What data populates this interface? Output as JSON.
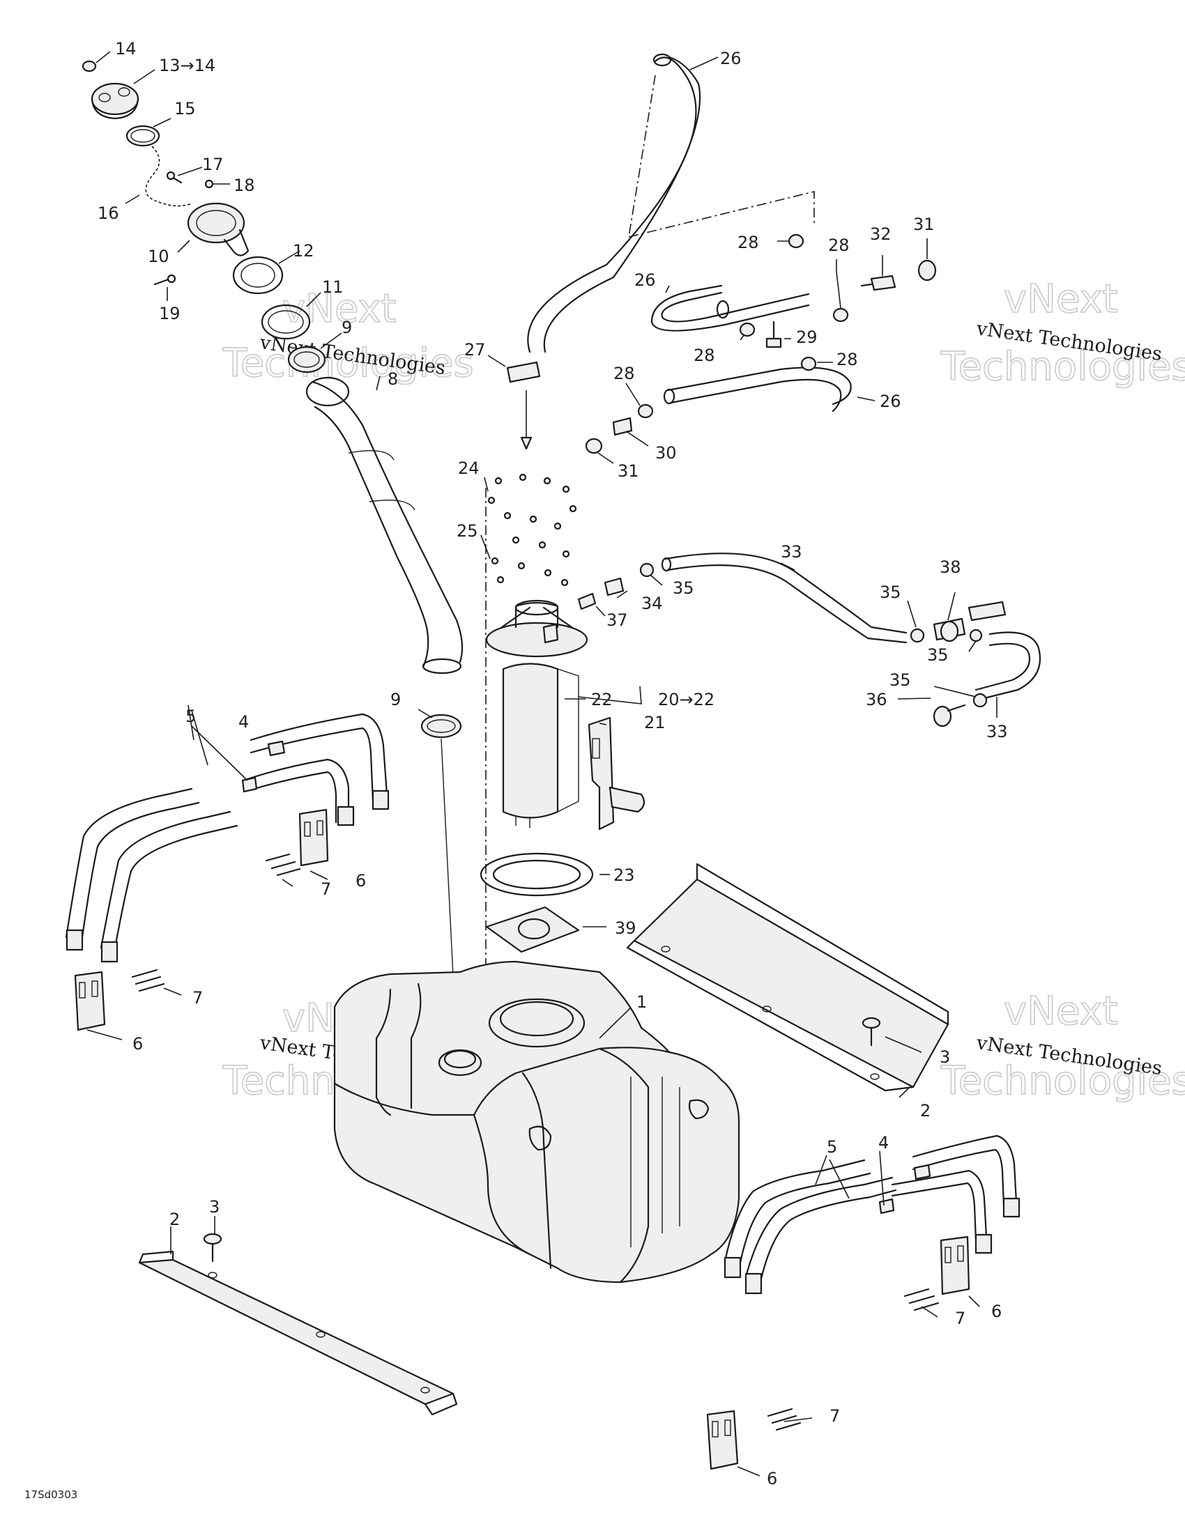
{
  "diagram": {
    "drawing_code": "17Sd0303",
    "watermark": {
      "line1": "vNext",
      "line2": "Technologies",
      "caption": "vNext Technologies"
    },
    "callouts": [
      {
        "id": "c1",
        "text": "1"
      },
      {
        "id": "c2a",
        "text": "2"
      },
      {
        "id": "c2b",
        "text": "2"
      },
      {
        "id": "c3a",
        "text": "3"
      },
      {
        "id": "c3b",
        "text": "3"
      },
      {
        "id": "c4a",
        "text": "4"
      },
      {
        "id": "c4b",
        "text": "4"
      },
      {
        "id": "c5a",
        "text": "5"
      },
      {
        "id": "c5b",
        "text": "5"
      },
      {
        "id": "c6a",
        "text": "6"
      },
      {
        "id": "c6b",
        "text": "6"
      },
      {
        "id": "c6c",
        "text": "6"
      },
      {
        "id": "c6d",
        "text": "6"
      },
      {
        "id": "c7a",
        "text": "7"
      },
      {
        "id": "c7b",
        "text": "7"
      },
      {
        "id": "c7c",
        "text": "7"
      },
      {
        "id": "c7d",
        "text": "7"
      },
      {
        "id": "c8",
        "text": "8"
      },
      {
        "id": "c9a",
        "text": "9"
      },
      {
        "id": "c9b",
        "text": "9"
      },
      {
        "id": "c10",
        "text": "10"
      },
      {
        "id": "c11",
        "text": "11"
      },
      {
        "id": "c12",
        "text": "12"
      },
      {
        "id": "c13",
        "text": "13→14"
      },
      {
        "id": "c14",
        "text": "14"
      },
      {
        "id": "c15",
        "text": "15"
      },
      {
        "id": "c16",
        "text": "16"
      },
      {
        "id": "c17",
        "text": "17"
      },
      {
        "id": "c18",
        "text": "18"
      },
      {
        "id": "c19",
        "text": "19"
      },
      {
        "id": "c20",
        "text": "20→22"
      },
      {
        "id": "c21",
        "text": "21"
      },
      {
        "id": "c22",
        "text": "22"
      },
      {
        "id": "c23",
        "text": "23"
      },
      {
        "id": "c24",
        "text": "24"
      },
      {
        "id": "c25",
        "text": "25"
      },
      {
        "id": "c26a",
        "text": "26"
      },
      {
        "id": "c26b",
        "text": "26"
      },
      {
        "id": "c26c",
        "text": "26"
      },
      {
        "id": "c27",
        "text": "27"
      },
      {
        "id": "c28a",
        "text": "28"
      },
      {
        "id": "c28b",
        "text": "28"
      },
      {
        "id": "c28c",
        "text": "28"
      },
      {
        "id": "c28d",
        "text": "28"
      },
      {
        "id": "c28e",
        "text": "28"
      },
      {
        "id": "c29",
        "text": "29"
      },
      {
        "id": "c30",
        "text": "30"
      },
      {
        "id": "c31a",
        "text": "31"
      },
      {
        "id": "c31b",
        "text": "31"
      },
      {
        "id": "c32",
        "text": "32"
      },
      {
        "id": "c33a",
        "text": "33"
      },
      {
        "id": "c33b",
        "text": "33"
      },
      {
        "id": "c34",
        "text": "34"
      },
      {
        "id": "c35a",
        "text": "35"
      },
      {
        "id": "c35b",
        "text": "35"
      },
      {
        "id": "c35c",
        "text": "35"
      },
      {
        "id": "c35d",
        "text": "35"
      },
      {
        "id": "c36",
        "text": "36"
      },
      {
        "id": "c37",
        "text": "37"
      },
      {
        "id": "c38",
        "text": "38"
      },
      {
        "id": "c39",
        "text": "39"
      }
    ]
  }
}
